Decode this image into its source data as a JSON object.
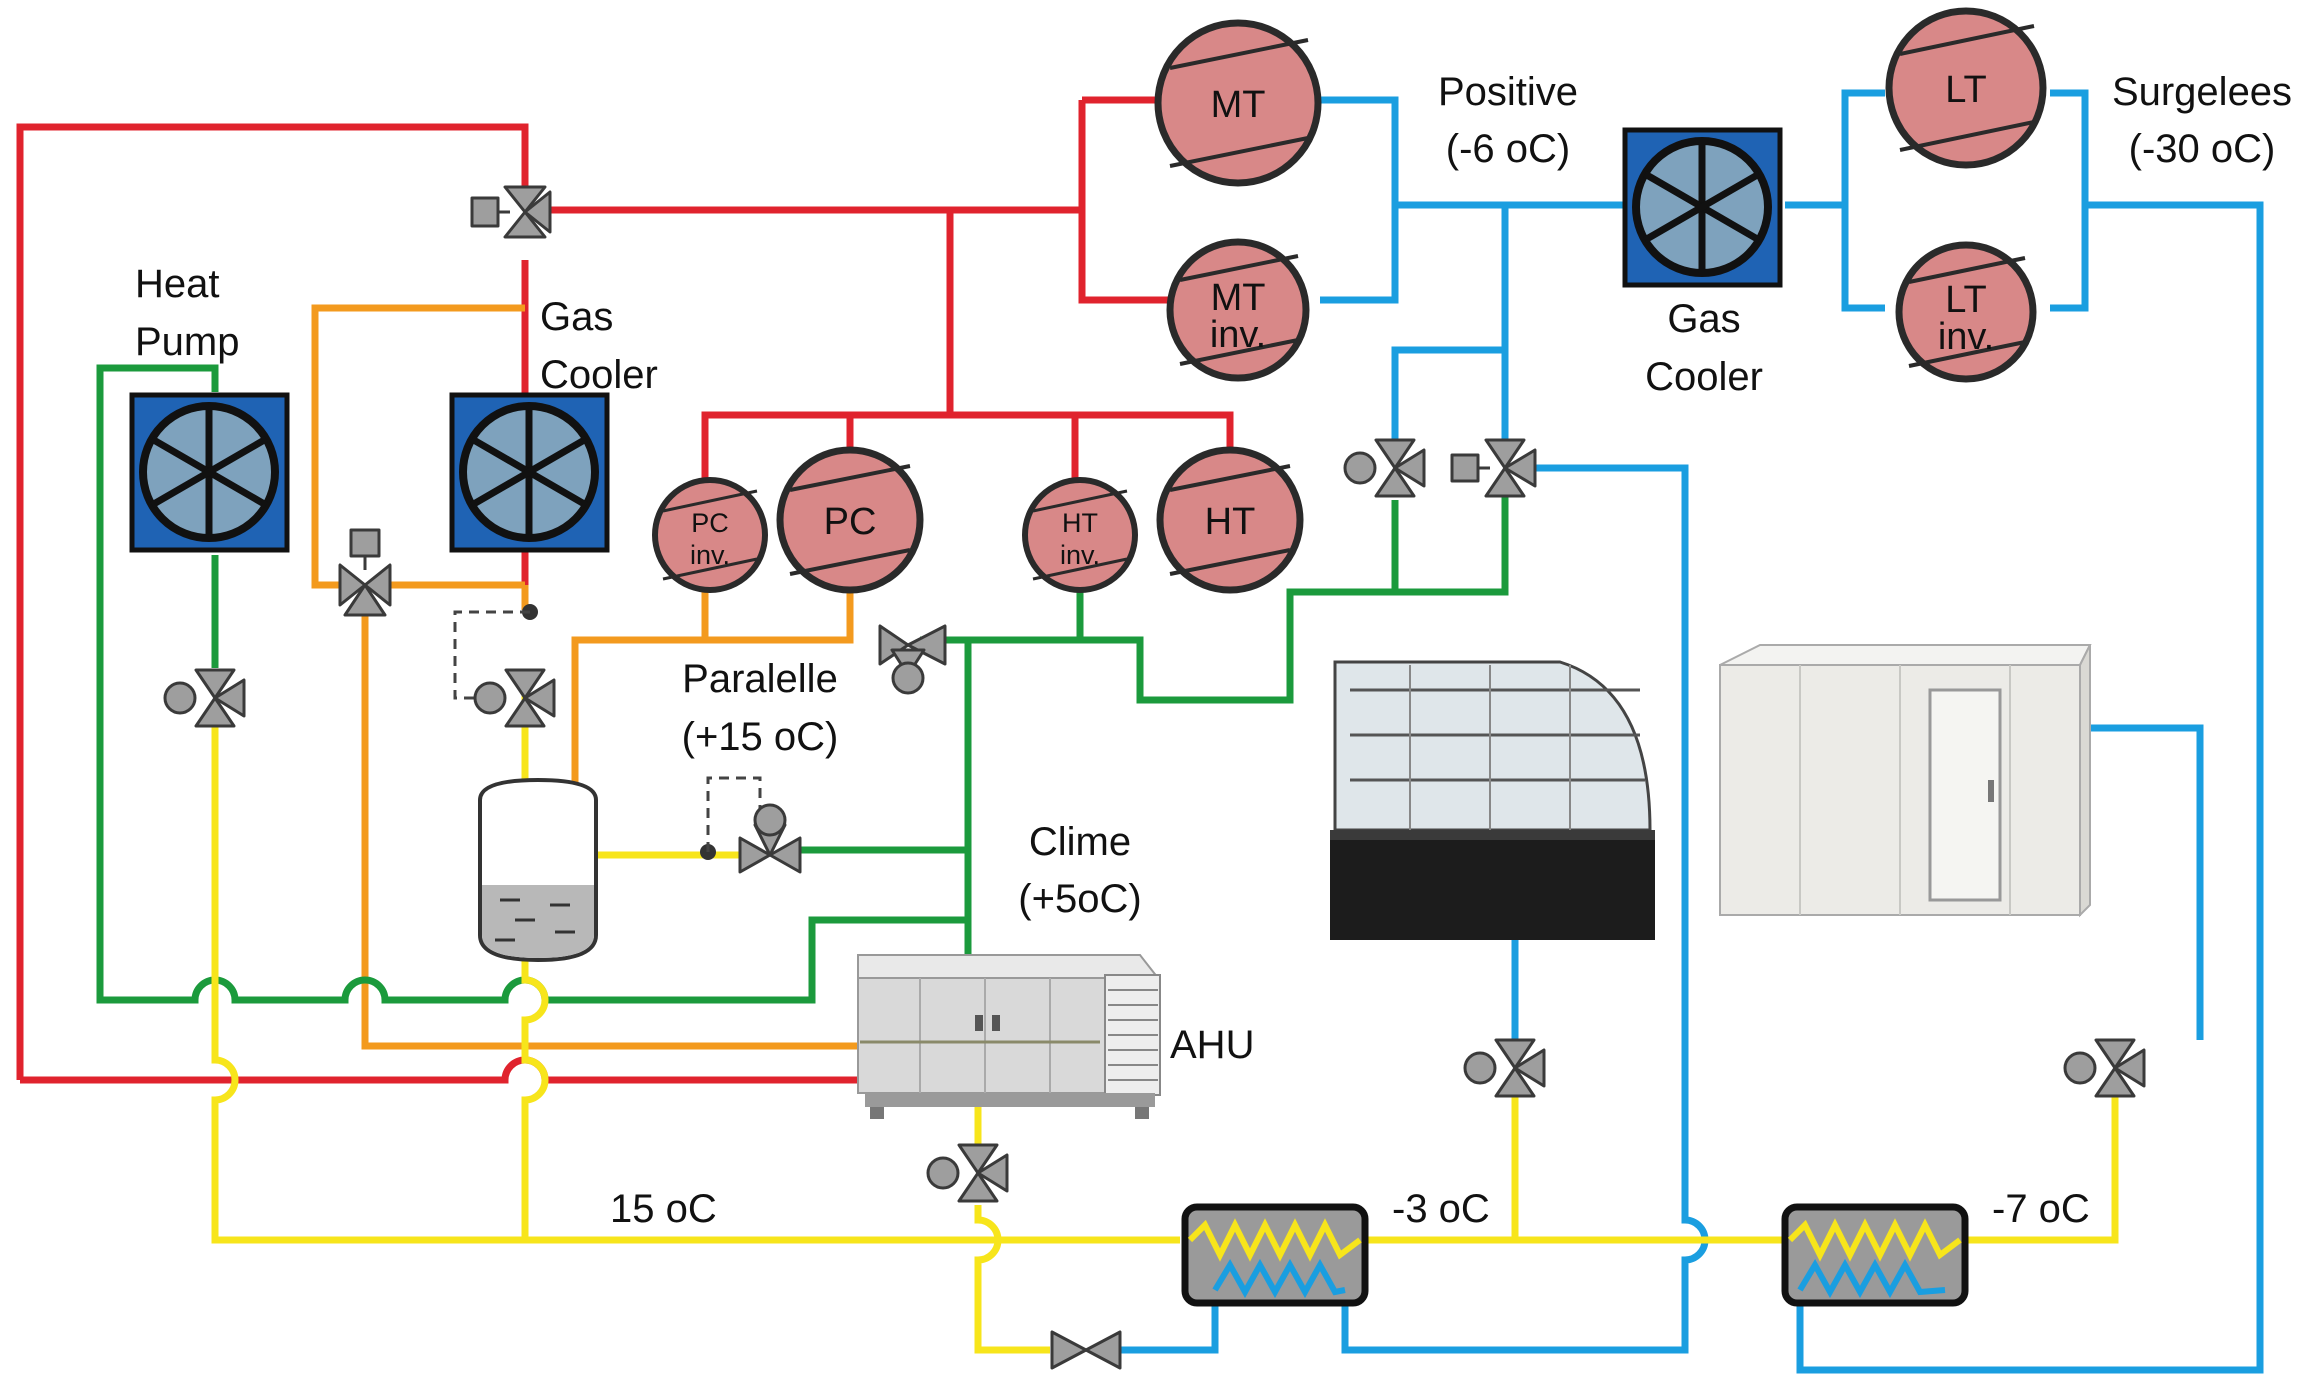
{
  "colors": {
    "hot_gas": "#e0232d",
    "orange": "#f39a1e",
    "green": "#1b9a3c",
    "blue": "#1a9ee0",
    "yellow": "#f7e51b",
    "compressor_fill": "#d88888",
    "fan_box": "#1f63b4",
    "fan_disk": "#7ea2bd",
    "valve_fill": "#9e9e9e"
  },
  "labels": {
    "heat_pump_l1": "Heat",
    "heat_pump_l2": "Pump",
    "gas_cooler_left_l1": "Gas",
    "gas_cooler_left_l2": "Cooler",
    "positive_l1": "Positive",
    "positive_l2": "(-6 oC)",
    "gas_cooler_right_l1": "Gas",
    "gas_cooler_right_l2": "Cooler",
    "surgelees_l1": "Surgelees",
    "surgelees_l2": "(-30 oC)",
    "paralelle_l1": "Paralelle",
    "paralelle_l2": "(+15 oC)",
    "clime_l1": "Clime",
    "clime_l2": "(+5oC)",
    "ahu": "AHU",
    "temp_15": "15 oC",
    "temp_m3": "-3 oC",
    "temp_m7": "-7 oC"
  },
  "compressors": {
    "mt": "MT",
    "mt_inv_l1": "MT",
    "mt_inv_l2": "inv.",
    "lt": "LT",
    "lt_inv_l1": "LT",
    "lt_inv_l2": "inv.",
    "pc_inv_l1": "PC",
    "pc_inv_l2": "inv.",
    "pc": "PC",
    "ht_inv_l1": "HT",
    "ht_inv_l2": "inv.",
    "ht": "HT"
  },
  "icons": {
    "fan": "axial-fan-icon",
    "three_way_valve": "three-way-valve-icon",
    "expansion_valve": "expansion-valve-icon",
    "check_valve": "check-valve-icon",
    "heat_exchanger": "heat-exchanger-icon",
    "receiver": "liquid-receiver-icon",
    "display_case": "refrigerated-display-case-icon",
    "cold_room": "cold-room-icon",
    "air_handling_unit": "air-handling-unit-icon"
  }
}
